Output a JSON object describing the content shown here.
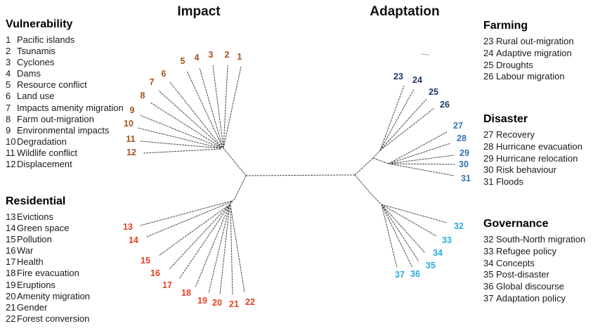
{
  "figure": {
    "type": "unrooted-cluster-dendrogram",
    "left_branch_label": "Impact",
    "right_branch_label": "Adaptation",
    "left_clusters": [
      "Vulnerability",
      "Residential"
    ],
    "right_clusters": [
      "Farming",
      "Disaster",
      "Governance"
    ],
    "tip_count": 37
  },
  "headers": {
    "impact": "Impact",
    "adaptation": "Adaptation"
  },
  "colors": {
    "vulnerability_tips": "#a5511e",
    "residential_tips": "#e73e1f",
    "farming_tips": "#1f3864",
    "disaster_tips": "#2e75b6",
    "governance_tips": "#29abe2",
    "branches": "#4a4a4a",
    "text": "#1a1a1a"
  },
  "groups": [
    {
      "id": "vulnerability",
      "heading": "Vulnerability",
      "color": "#a5511e",
      "side": "Impact",
      "items": [
        {
          "n": "1",
          "label": "Pacific islands"
        },
        {
          "n": "2",
          "label": "Tsunamis"
        },
        {
          "n": "3",
          "label": "Cyclones"
        },
        {
          "n": "4",
          "label": "Dams"
        },
        {
          "n": "5",
          "label": "Resource conflict"
        },
        {
          "n": "6",
          "label": "Land use"
        },
        {
          "n": "7",
          "label": "Impacts amenity migration"
        },
        {
          "n": "8",
          "label": "Farm out-migration"
        },
        {
          "n": "9",
          "label": "Environmental impacts"
        },
        {
          "n": "10",
          "label": "Degradation"
        },
        {
          "n": "11",
          "label": "Wildlife conflict"
        },
        {
          "n": "12",
          "label": "Displacement"
        }
      ]
    },
    {
      "id": "residential",
      "heading": "Residential",
      "color": "#e73e1f",
      "side": "Impact",
      "items": [
        {
          "n": "13",
          "label": "Evictions"
        },
        {
          "n": "14",
          "label": "Green space"
        },
        {
          "n": "15",
          "label": "Pollution"
        },
        {
          "n": "16",
          "label": "War"
        },
        {
          "n": "17",
          "label": "Health"
        },
        {
          "n": "18",
          "label": "Fire evacuation"
        },
        {
          "n": "19",
          "label": "Eruptions"
        },
        {
          "n": "20",
          "label": "Amenity migration"
        },
        {
          "n": "21",
          "label": "Gender"
        },
        {
          "n": "22",
          "label": "Forest conversion"
        }
      ]
    },
    {
      "id": "farming",
      "heading": "Farming",
      "color": "#1f3864",
      "side": "Adaptation",
      "items": [
        {
          "n": "23",
          "label": "Rural out-migration"
        },
        {
          "n": "24",
          "label": "Adaptive migration"
        },
        {
          "n": "25",
          "label": "Droughts"
        },
        {
          "n": "26",
          "label": "Labour migration"
        }
      ]
    },
    {
      "id": "disaster",
      "heading": "Disaster",
      "color": "#2e75b6",
      "side": "Adaptation",
      "items": [
        {
          "n": "27",
          "label": "Recovery"
        },
        {
          "n": "28",
          "label": "Hurricane evacuation"
        },
        {
          "n": "29",
          "label": "Hurricane relocation"
        },
        {
          "n": "30",
          "label": "Risk behaviour"
        },
        {
          "n": "31",
          "label": "Floods"
        }
      ]
    },
    {
      "id": "governance",
      "heading": "Governance",
      "color": "#29abe2",
      "side": "Adaptation",
      "items": [
        {
          "n": "32",
          "label": "South-North migration"
        },
        {
          "n": "33",
          "label": "Refugee policy"
        },
        {
          "n": "34",
          "label": "Concepts"
        },
        {
          "n": "35",
          "label": "Post-disaster"
        },
        {
          "n": "36",
          "label": "Global discourse"
        },
        {
          "n": "37",
          "label": "Adaptation policy"
        }
      ]
    }
  ]
}
